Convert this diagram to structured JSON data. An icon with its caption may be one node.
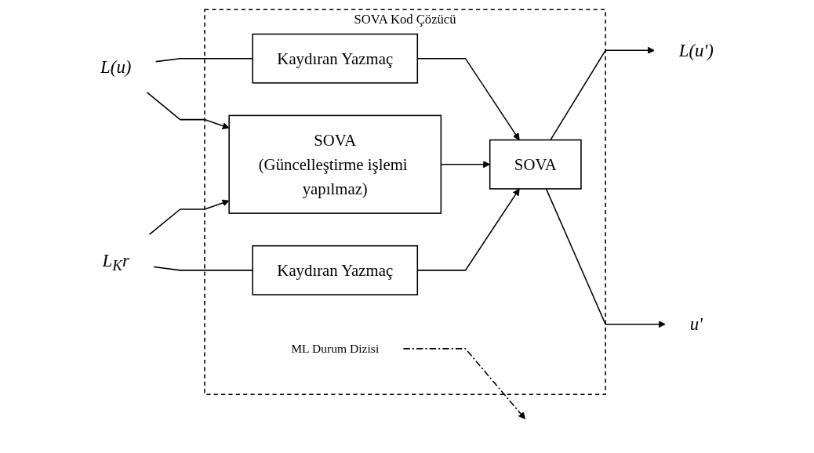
{
  "diagram": {
    "nodes": [
      {
        "text": [
          "SOVA Kod Çözücü"
        ]
      },
      {
        "text": [
          "Kaydıran Yazmaç"
        ],
        "in": 0
      },
      {
        "text": [
          "SOVA",
          "(Güncelleştirme işlemi yapılmaz)"
        ],
        "in": 0
      },
      {
        "text": [
          "Kaydıran Yazmaç"
        ],
        "in": 0
      },
      {
        "text": [
          "SOVA"
        ],
        "in": 0
      },
      {
        "text": [
          "ML Durum Dizisi"
        ],
        "in": 0
      },
      {
        "text": [
          "L(u)"
        ]
      },
      {
        "text": [
          "L$_{K}$r"
        ]
      },
      {
        "text": [
          "L(u')"
        ]
      },
      {
        "text": [
          "u'"
        ]
      }
    ],
    "edges": [
      {
        "from": 6,
        "to": 1,
        "arrow": "none"
      },
      {
        "from": 6,
        "to": 2,
        "arrow": "to"
      },
      {
        "from": 7,
        "to": 2,
        "arrow": "to"
      },
      {
        "from": 7,
        "to": 3,
        "arrow": "none"
      },
      {
        "from": 1,
        "to": 4,
        "arrow": "to"
      },
      {
        "from": 2,
        "to": 4,
        "arrow": "to"
      },
      {
        "from": 3,
        "to": 4,
        "arrow": "to"
      },
      {
        "from": 4,
        "to": 8,
        "arrow": "to"
      },
      {
        "from": 4,
        "to": 9,
        "arrow": "to"
      },
      {
        "from": 5,
        "to": null,
        "arrow": "to",
        "style": "dashed"
      }
    ]
  }
}
